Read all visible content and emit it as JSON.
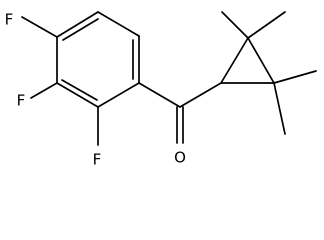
{
  "molecule": {
    "atoms": {
      "fluorine_top": "F",
      "fluorine_middle": "F",
      "fluorine_bottom": "F",
      "carbonyl_oxygen": "O"
    }
  },
  "colors": {
    "bond": "#000000",
    "label": "#000000",
    "background": "#ffffff"
  }
}
